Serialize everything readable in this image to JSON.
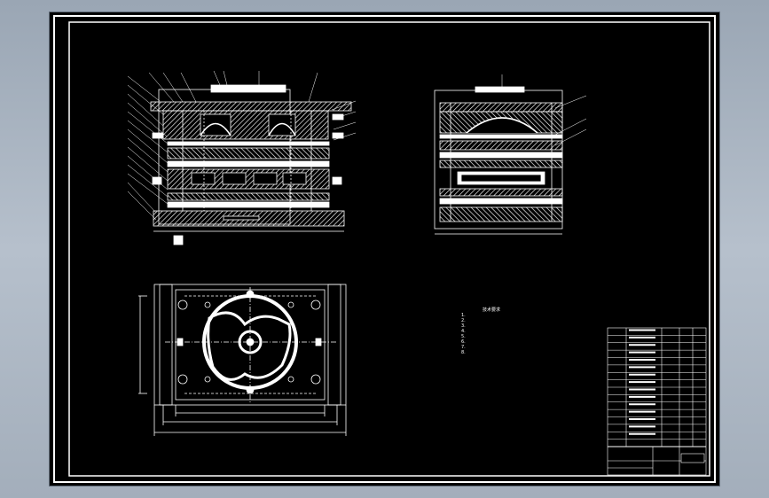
{
  "window": {
    "background_color": "#a9b4c1",
    "paper_color": "#000000",
    "line_color": "#ffffff"
  },
  "views": {
    "front_section": {
      "title": "",
      "balloon_count_left": 14,
      "balloon_count_top": 7,
      "balloon_count_right": 4
    },
    "side_section": {
      "title": "",
      "balloon_count_right": 3
    },
    "plan_view": {
      "title": ""
    }
  },
  "notes": {
    "heading": "技术要求",
    "lines": [
      "1.",
      "2.",
      "3.",
      "4.",
      "5.",
      "6.",
      "7.",
      "8."
    ]
  },
  "parts_list": {
    "row_count": 16
  },
  "title_block": {
    "drawing_name": ""
  }
}
